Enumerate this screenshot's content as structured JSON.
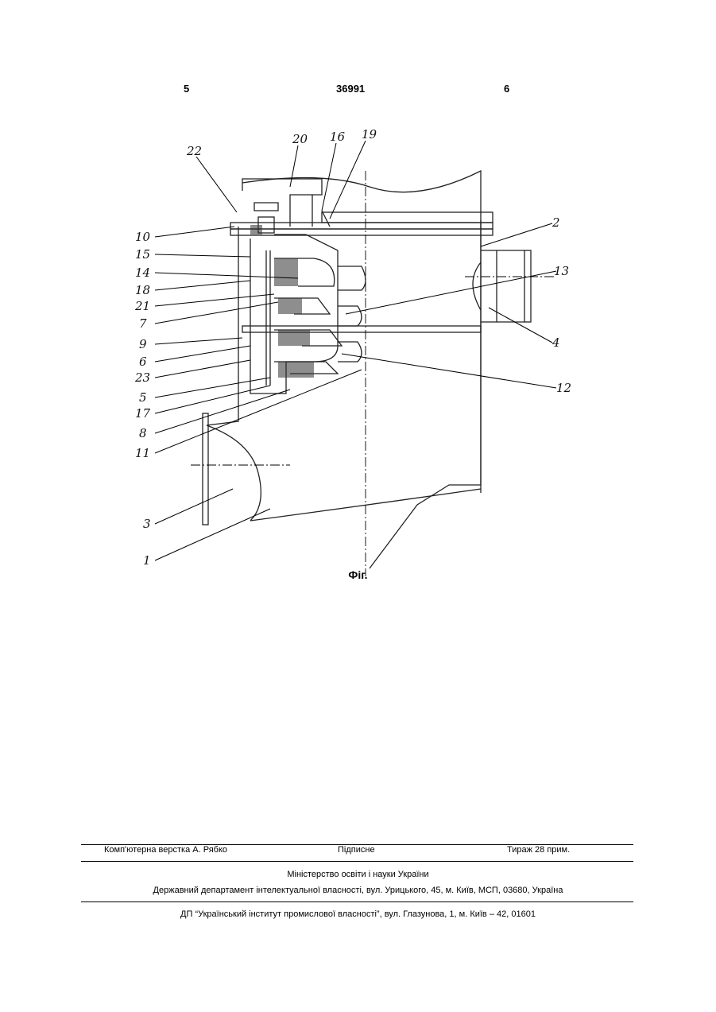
{
  "header": {
    "left_page": "5",
    "patent_number": "36991",
    "right_page": "6"
  },
  "figure": {
    "caption": "Фіг.",
    "callouts": {
      "c20": "20",
      "c16": "16",
      "c19": "19",
      "c22": "22",
      "c10": "10",
      "c2": "2",
      "c15": "15",
      "c14": "14",
      "c13": "13",
      "c18": "18",
      "c21": "21",
      "c7": "7",
      "c4": "4",
      "c9": "9",
      "c6": "6",
      "c23": "23",
      "c12": "12",
      "c5": "5",
      "c17": "17",
      "c8": "8",
      "c11": "11",
      "c3": "3",
      "c1": "1"
    }
  },
  "footer": {
    "layout": "Комп'ютерна верстка А. Рябко",
    "signed": "Підписне",
    "circulation": "Тираж 28 прим.",
    "ministry": "Міністерство освіти і науки України",
    "department": "Державний департамент інтелектуальної власності, вул. Урицького, 45, м. Київ, МСП, 03680, Україна",
    "institute": "ДП “Український інститут промислової власності”, вул. Глазунова, 1, м. Київ – 42, 01601"
  }
}
